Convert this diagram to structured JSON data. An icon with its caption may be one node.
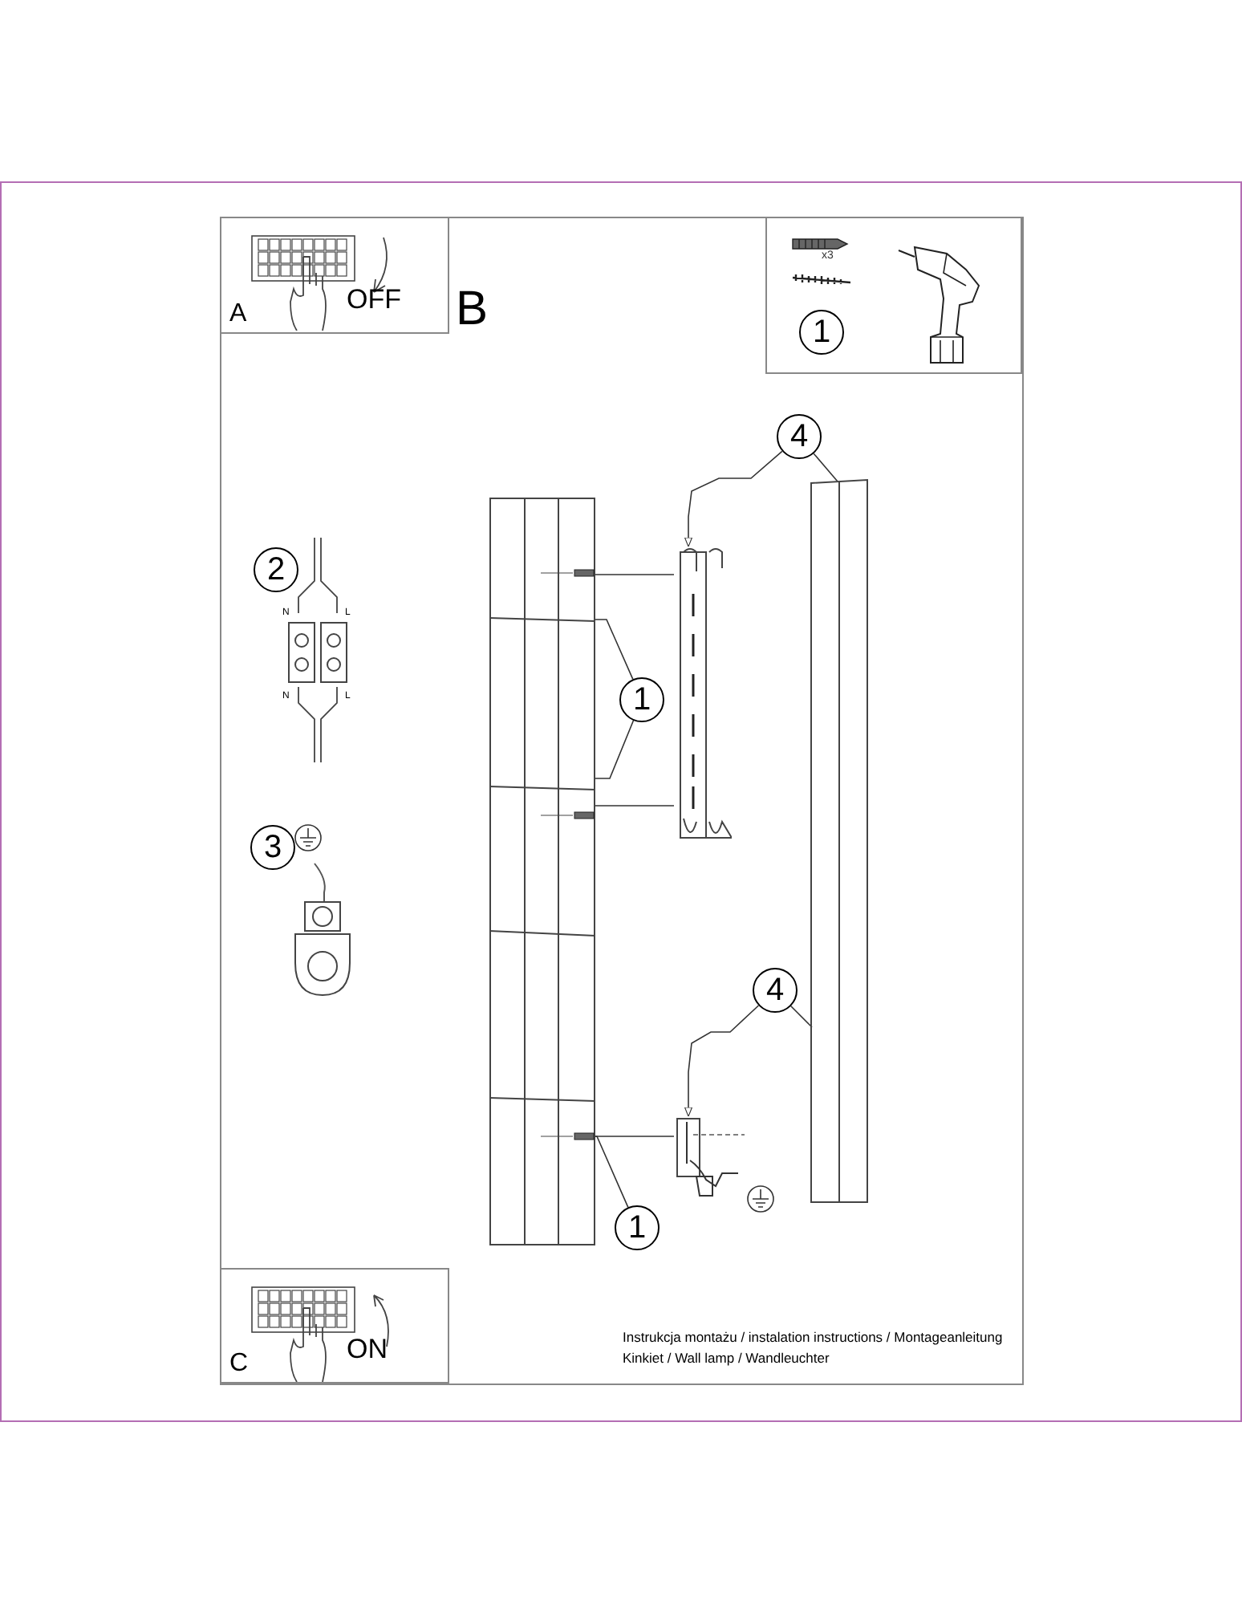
{
  "diagram": {
    "nodes": [
      {
        "text": [
          "A",
          "OFF"
        ]
      },
      {
        "text": [
          "x3"
        ]
      },
      {
        "text": [
          "1"
        ],
        "in": 1
      },
      {
        "text": [
          "C",
          "ON"
        ]
      },
      {
        "text": [
          "1"
        ]
      },
      {
        "text": [],
        "shape": "picture"
      },
      {
        "text": [
          "4"
        ]
      },
      {
        "text": [],
        "shape": "picture"
      },
      {
        "text": [],
        "shape": "picture"
      },
      {
        "text": [
          "4"
        ]
      },
      {
        "text": [],
        "shape": "picture"
      },
      {
        "text": [
          "1"
        ]
      }
    ],
    "edges": [
      {
        "from": 4,
        "to": 5,
        "arrow": "none"
      },
      {
        "from": 4,
        "to": 5,
        "arrow": "none"
      },
      {
        "from": 6,
        "to": 7,
        "arrow": "to"
      },
      {
        "from": 6,
        "to": 8,
        "arrow": "none"
      },
      {
        "from": 9,
        "to": 10,
        "arrow": "to"
      },
      {
        "from": 9,
        "to": 8,
        "arrow": "none"
      },
      {
        "from": 11,
        "to": 5,
        "arrow": "none"
      },
      {
        "from": 5,
        "to": 7,
        "arrow": "none"
      },
      {
        "from": 5,
        "to": 7,
        "arrow": "none"
      },
      {
        "from": 5,
        "to": 10,
        "arrow": "none"
      }
    ],
    "labels": [
      "B",
      "2",
      "N",
      "L",
      "N",
      "L",
      "3",
      "Instrukcja montażu / instalation instructions / Montageanleitung",
      "Kinkiet / Wall lamp / Wandleuchter"
    ]
  }
}
